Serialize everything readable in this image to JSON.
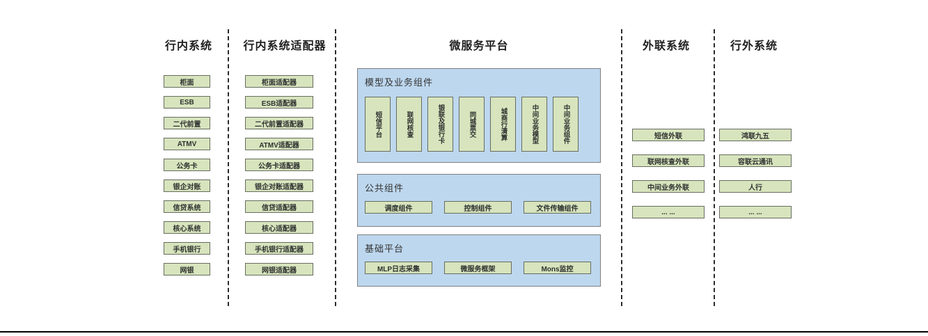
{
  "colors": {
    "panel_blue": "#bdd7ee",
    "box_green": "#d7e4bd",
    "border_gray": "#7f7f7f"
  },
  "columns": [
    {
      "title": "行内系统",
      "boxes": [
        "柜面",
        "ESB",
        "二代前置",
        "ATMV",
        "公务卡",
        "银企对账",
        "信贷系统",
        "核心系统",
        "手机银行",
        "网银"
      ]
    },
    {
      "title": "行内系统适配器",
      "boxes": [
        "柜面适配器",
        "ESB适配器",
        "二代前置适配器",
        "ATMV适配器",
        "公务卡适配器",
        "银企对账适配器",
        "信贷适配器",
        "核心适配器",
        "手机银行适配器",
        "网银适配器"
      ]
    },
    {
      "title": "微服务平台",
      "panels": [
        {
          "title": "模型及业务组件",
          "boxes": [
            "短信平台",
            "联网核查",
            "银联及银行卡",
            "同城票交",
            "城商行清算",
            "中间业务模型",
            "中间业务组件"
          ]
        },
        {
          "title": "公共组件",
          "boxes": [
            "调度组件",
            "控制组件",
            "文件传输组件"
          ]
        },
        {
          "title": "基础平台",
          "boxes": [
            "MLP日志采集",
            "微服务框架",
            "Mons监控"
          ]
        }
      ]
    },
    {
      "title": "外联系统",
      "boxes": [
        "短信外联",
        "联网核查外联",
        "中间业务外联",
        "... ..."
      ]
    },
    {
      "title": "行外系统",
      "boxes": [
        "鸿联九五",
        "容联云通讯",
        "人行",
        "... ..."
      ]
    }
  ]
}
